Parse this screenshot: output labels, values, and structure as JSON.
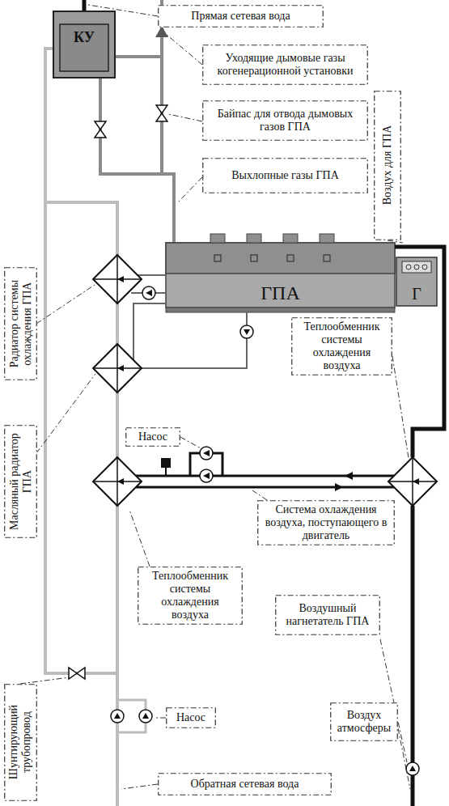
{
  "diagram": {
    "nodes": [
      {
        "text": [
          "Прямая сетевая вода"
        ]
      },
      {
        "text": [
          "КУ"
        ]
      },
      {
        "text": [
          "Уходящие дымовые газы когенерационной установки"
        ]
      },
      {
        "text": [
          "Байпас для отвода дымовых газов ГПА"
        ]
      },
      {
        "text": [
          "Воздух для ГПА"
        ]
      },
      {
        "text": [
          "Выхлопные газы ГПА"
        ]
      },
      {
        "text": [
          "ГПА"
        ]
      },
      {
        "text": [
          "Г"
        ]
      },
      {
        "text": [
          "Радиатор системы охлаждения ГПА"
        ]
      },
      {
        "text": [
          "Теплообменник системы охлаждения воздуха"
        ]
      },
      {
        "text": [
          "Масляный радиатор ГПА"
        ]
      },
      {
        "text": [
          "Насос"
        ]
      },
      {
        "text": [
          "Система охлаждения воздуха, поступающего в двигатель"
        ]
      },
      {
        "text": [
          "Теплообменник системы охлаждения воздуха"
        ]
      },
      {
        "text": [
          "Воздушный нагнетатель ГПА"
        ]
      },
      {
        "text": [
          "Шунтирующий трубопровод"
        ]
      },
      {
        "text": [
          "Насос"
        ]
      },
      {
        "text": [
          "Воздух атмосферы"
        ]
      },
      {
        "text": [
          "Обратная сетевая вода"
        ]
      }
    ],
    "edges": [
      {
        "from": 6,
        "to": 1,
        "arrow": "none"
      }
    ]
  }
}
